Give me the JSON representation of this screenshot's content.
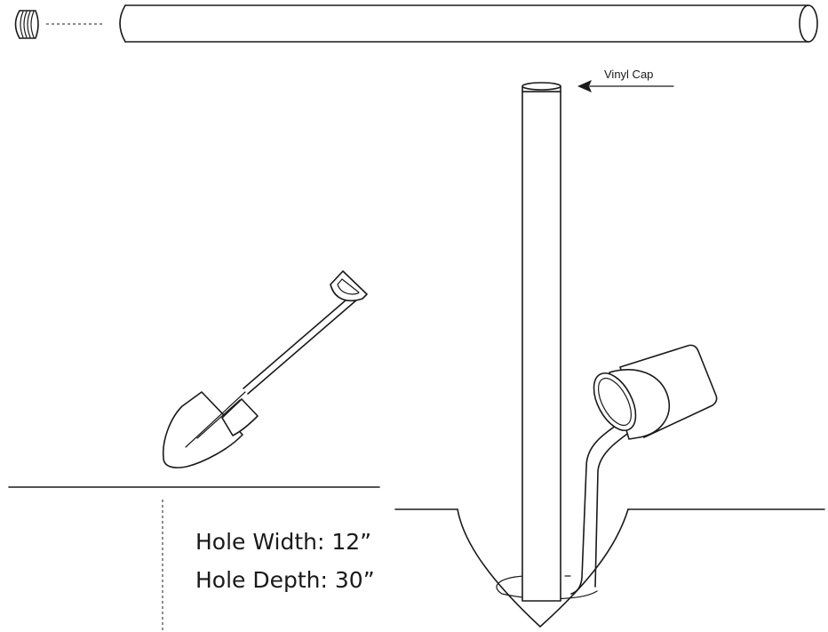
{
  "labels": {
    "vinyl_cap": "Vinyl Cap",
    "hole_width": "Hole Width: 12”",
    "hole_depth": "Hole Depth: 30”"
  },
  "colors": {
    "stroke": "#1a1a1a",
    "background": "#ffffff"
  },
  "icons": {
    "shovel": "shovel-icon",
    "bucket": "bucket-icon",
    "cap": "vinyl-cap-icon",
    "arrow": "arrow-left-icon"
  }
}
